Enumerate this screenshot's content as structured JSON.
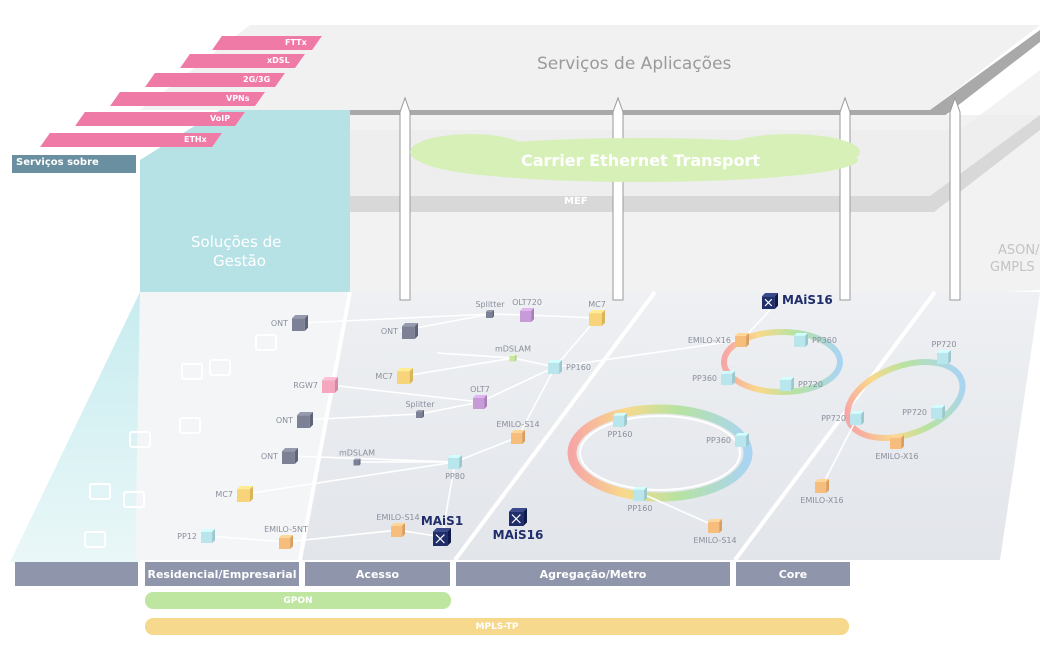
{
  "service_tabs": [
    "FTTx",
    "xDSL",
    "2G/3G",
    "VPNs",
    "VoIP",
    "ETHx"
  ],
  "services_over": "Serviços sobre",
  "apps_title": "Serviços de Aplicações",
  "cloud_label": "Carrier Ethernet Transport",
  "mef_label": "MEF",
  "mgmt_line1": "Soluções de",
  "mgmt_line2": "Gestão",
  "ason_line1": "ASON/",
  "ason_line2": "GMPLS",
  "segments": [
    "Residencial/Empresarial",
    "Acesso",
    "Agregação/Metro",
    "Core"
  ],
  "gpon_label": "GPON",
  "mpls_label": "MPLS-TP",
  "devices": {
    "ont1": "ONT",
    "ont2": "ONT",
    "ont3": "ONT",
    "ont4": "ONT",
    "splitter1": "Splitter",
    "splitter2": "Splitter",
    "olt720": "OLT720",
    "olt7": "OLT7",
    "mc7a": "MC7",
    "mc7b": "MC7",
    "mc7c": "MC7",
    "mdslam1": "mDSLAM",
    "mdslam2": "mDSLAM",
    "rgw7": "RGW7",
    "pp160a": "PP160",
    "pp160b": "PP160",
    "pp160c": "PP160",
    "pp80": "PP80",
    "pp12": "PP12",
    "pp360a": "PP360",
    "pp360b": "PP360",
    "pp360c": "PP360",
    "pp720a": "PP720",
    "pp720b": "PP720",
    "pp720c": "PP720",
    "pp720d": "PP720",
    "emilo_x16a": "EMILO-X16",
    "emilo_x16b": "EMILO-X16",
    "emilo_x16c": "EMILO-X16",
    "emilo_s14a": "EMILO-S14",
    "emilo_s14b": "EMILO-S14",
    "emilo_s14c": "EMILO-S14",
    "emilo_5nt": "EMILO-5NT",
    "mais1": "MAiS1",
    "mais16a": "MAiS16",
    "mais16b": "MAiS16"
  },
  "colors": {
    "pink": "#f07aa6",
    "teal": "#b6e2e6",
    "slate": "#8f95ab",
    "gpon": "#bfe6a0",
    "mpls": "#f7d98e",
    "cloud": "#d7f0b8",
    "gray_layer": "#a8a8a8"
  }
}
